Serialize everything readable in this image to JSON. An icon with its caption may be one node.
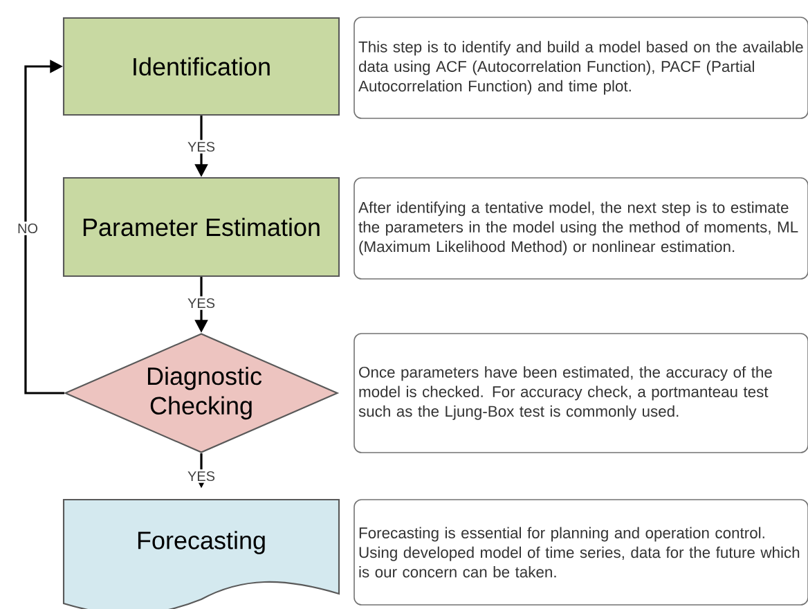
{
  "diagram": {
    "nodes": [
      {
        "text": [
          "Identification"
        ]
      },
      {
        "text": [
          "This step is to identify and build a model based on the available data using ACF (Autocorrelation Function), PACF (Partial Autocorrelation Function) and time plot."
        ]
      },
      {
        "text": [
          "Parameter Estimation"
        ]
      },
      {
        "text": [
          "After identifying a tentative model, the next step is to estimate the parameters in the model using the method of moments, ML (Maximum Likelihood Method) or nonlinear estimation."
        ]
      },
      {
        "text": [
          "Diagnostic Checking"
        ]
      },
      {
        "text": [
          "Once parameters have been estimated, the accuracy of the model is checked. For accuracy check, a portmanteau test such as the Ljung-Box test is commonly used."
        ]
      },
      {
        "text": [
          "Forecasting"
        ]
      },
      {
        "text": [
          "Forecasting is essential for planning and operation control. Using developed model of time series, data for the future which is our concern can be taken."
        ]
      }
    ],
    "edges": [
      {
        "from": 0,
        "to": 2,
        "arrow": "to",
        "label": "YES"
      },
      {
        "from": 2,
        "to": 4,
        "arrow": "to",
        "label": "YES"
      },
      {
        "from": 4,
        "to": 6,
        "arrow": "to",
        "label": "YES"
      },
      {
        "from": 4,
        "to": 0,
        "arrow": "to",
        "label": "NO"
      }
    ]
  }
}
